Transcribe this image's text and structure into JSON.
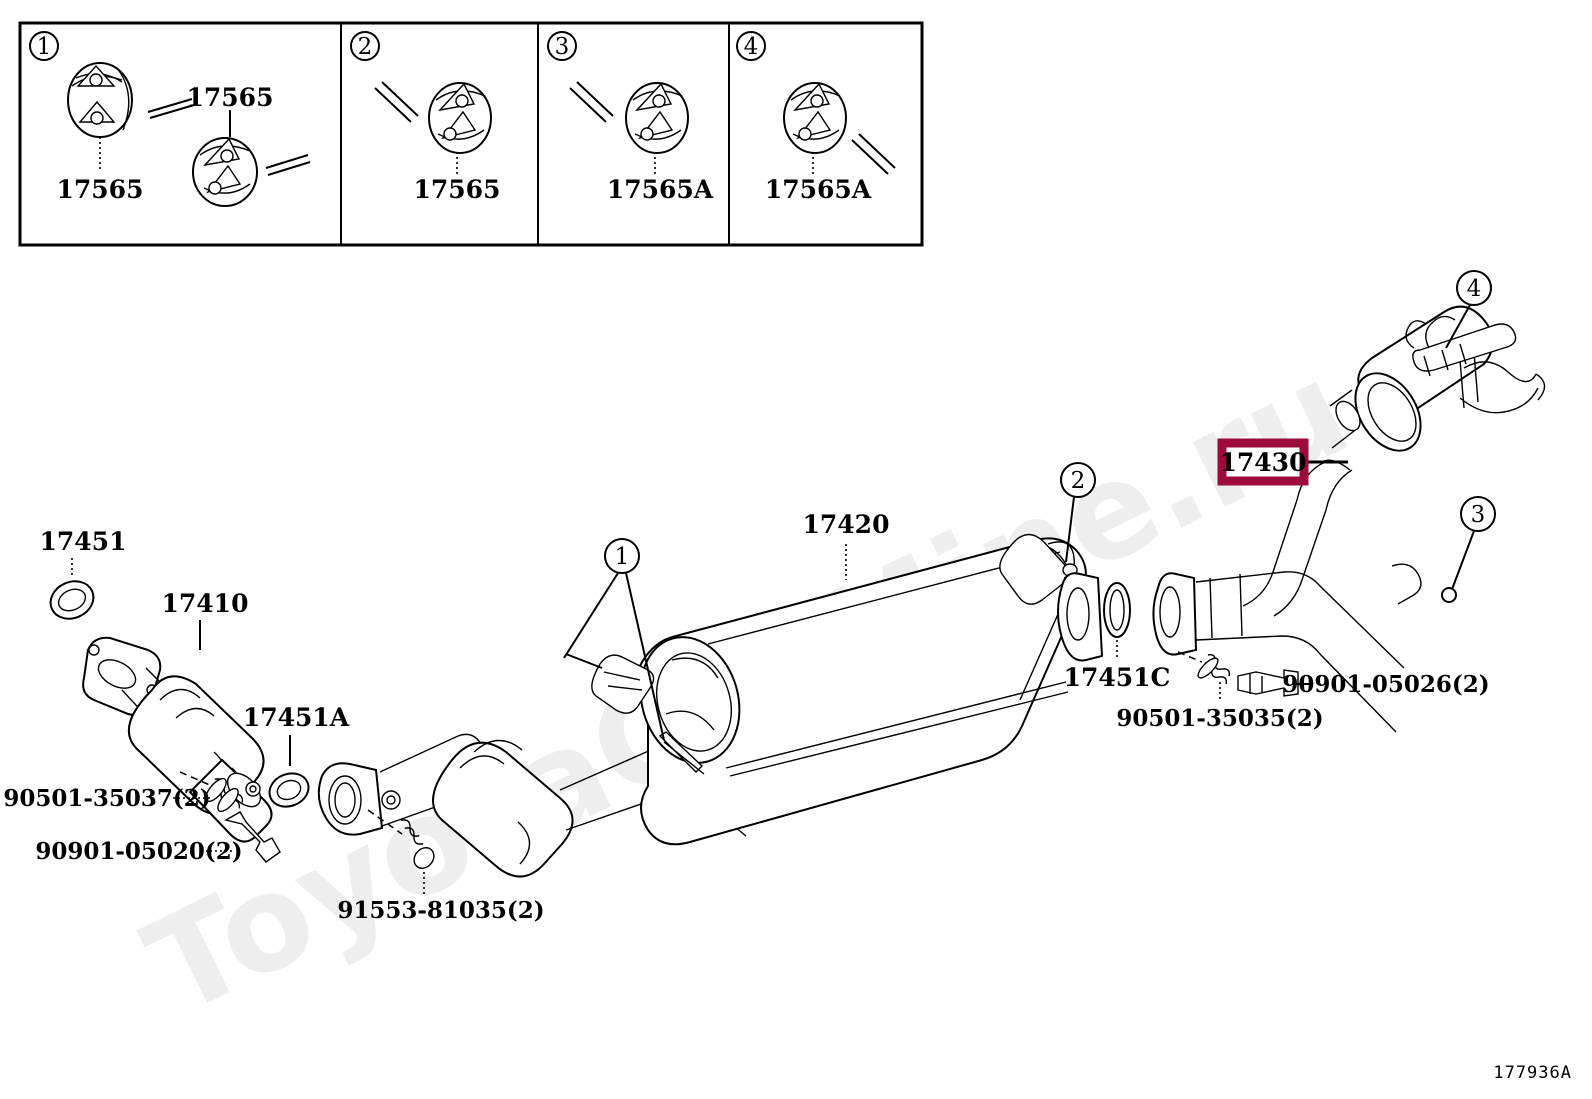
{
  "document": {
    "type": "parts-diagram",
    "title": "Exhaust Pipe Assembly",
    "drawing_number": "177936A",
    "watermark": "ToyotaCarMine.ru",
    "background_color": "#ffffff",
    "highlight_color": "#9c0b3b",
    "line_color": "#000000"
  },
  "legend": {
    "boxes": [
      {
        "callout": "1",
        "labels": [
          "17565",
          "17565"
        ]
      },
      {
        "callout": "2",
        "labels": [
          "17565"
        ]
      },
      {
        "callout": "3",
        "labels": [
          "17565A"
        ]
      },
      {
        "callout": "4",
        "labels": [
          "17565A"
        ]
      }
    ]
  },
  "main_diagram": {
    "highlighted_part": {
      "number": "17430",
      "selected": true
    },
    "part_labels": [
      {
        "id": "p-17451",
        "text": "17451"
      },
      {
        "id": "p-17410",
        "text": "17410"
      },
      {
        "id": "p-17451a",
        "text": "17451A"
      },
      {
        "id": "p-17420",
        "text": "17420"
      },
      {
        "id": "p-17451c",
        "text": "17451C"
      },
      {
        "id": "p-17430",
        "text": "17430"
      },
      {
        "id": "p-90501-35037",
        "text": "90501-35037(2)"
      },
      {
        "id": "p-90901-05020",
        "text": "90901-05020(2)"
      },
      {
        "id": "p-91553-81035",
        "text": "91553-81035(2)"
      },
      {
        "id": "p-90501-35035",
        "text": "90501-35035(2)"
      },
      {
        "id": "p-90901-05026",
        "text": "90901-05026(2)"
      }
    ],
    "callouts": [
      {
        "id": "c1",
        "text": "1"
      },
      {
        "id": "c2",
        "text": "2"
      },
      {
        "id": "c3",
        "text": "3"
      },
      {
        "id": "c4",
        "text": "4"
      }
    ]
  }
}
